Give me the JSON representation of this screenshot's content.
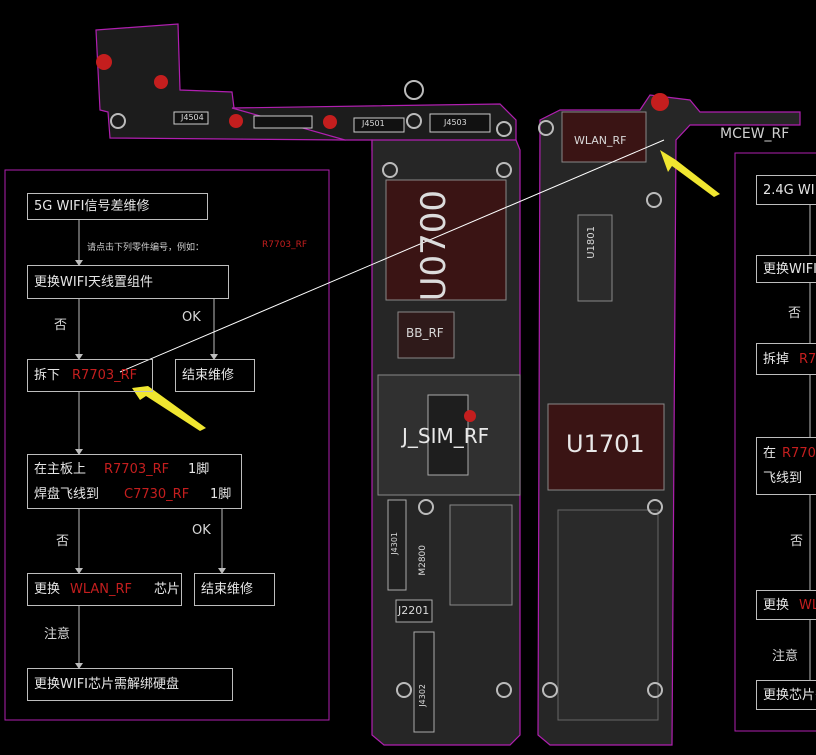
{
  "colors": {
    "background": "#000000",
    "panel_border": "#b01fb0",
    "box_border": "#bdbdbd",
    "text": "#e6e6e6",
    "part_red": "#c41e1e",
    "arrow_yellow": "#f0e630",
    "board_fill": "#2a2a2a"
  },
  "left_flow": {
    "step1": "5G WIFI信号差维修",
    "hint": "请点击下列零件编号，例如：",
    "hint_part": "R7703_RF",
    "step2": "更换WIFI天线置组件",
    "no1": "否",
    "ok1": "OK",
    "step3_prefix": "拆下",
    "step3_part": "R7703_RF",
    "end1": "结束维修",
    "step4_line1_prefix": "在主板上",
    "step4_line1_part": "R7703_RF",
    "step4_line1_suffix": "1脚",
    "step4_line2_prefix": "焊盘飞线到",
    "step4_line2_part": "C7730_RF",
    "step4_line2_suffix": "1脚",
    "no2": "否",
    "ok2": "OK",
    "step5_prefix": "更换",
    "step5_part": "WLAN_RF",
    "step5_suffix": "芯片",
    "end2": "结束维修",
    "note": "注意",
    "step6": "更换WIFI芯片需解绑硬盘"
  },
  "right_flow": {
    "step1": "2.4G WI",
    "step2": "更换WIFI",
    "no1": "否",
    "step3_prefix": "拆掉",
    "step3_part": "R7",
    "step4_prefix": "在",
    "step4_part": "R770",
    "step4_line2": "飞线到",
    "no2": "否",
    "step5_prefix": "更换",
    "step5_part": "WL",
    "note": "注意",
    "step6": "更换芯片需"
  },
  "board_labels": {
    "j4501": "J4501",
    "j4503": "J4503",
    "j4504": "J4504",
    "u0700": "U0700",
    "bb_rf": "BB_RF",
    "j_sim_rf": "J_SIM_RF",
    "u1701": "U1701",
    "u1801": "U1801",
    "m2800": "M2800",
    "j2201": "J2201",
    "j4302": "J4302",
    "j4301": "J4301",
    "wlan_rf": "WLAN_RF",
    "mcew_rf": "MCEW_RF"
  }
}
